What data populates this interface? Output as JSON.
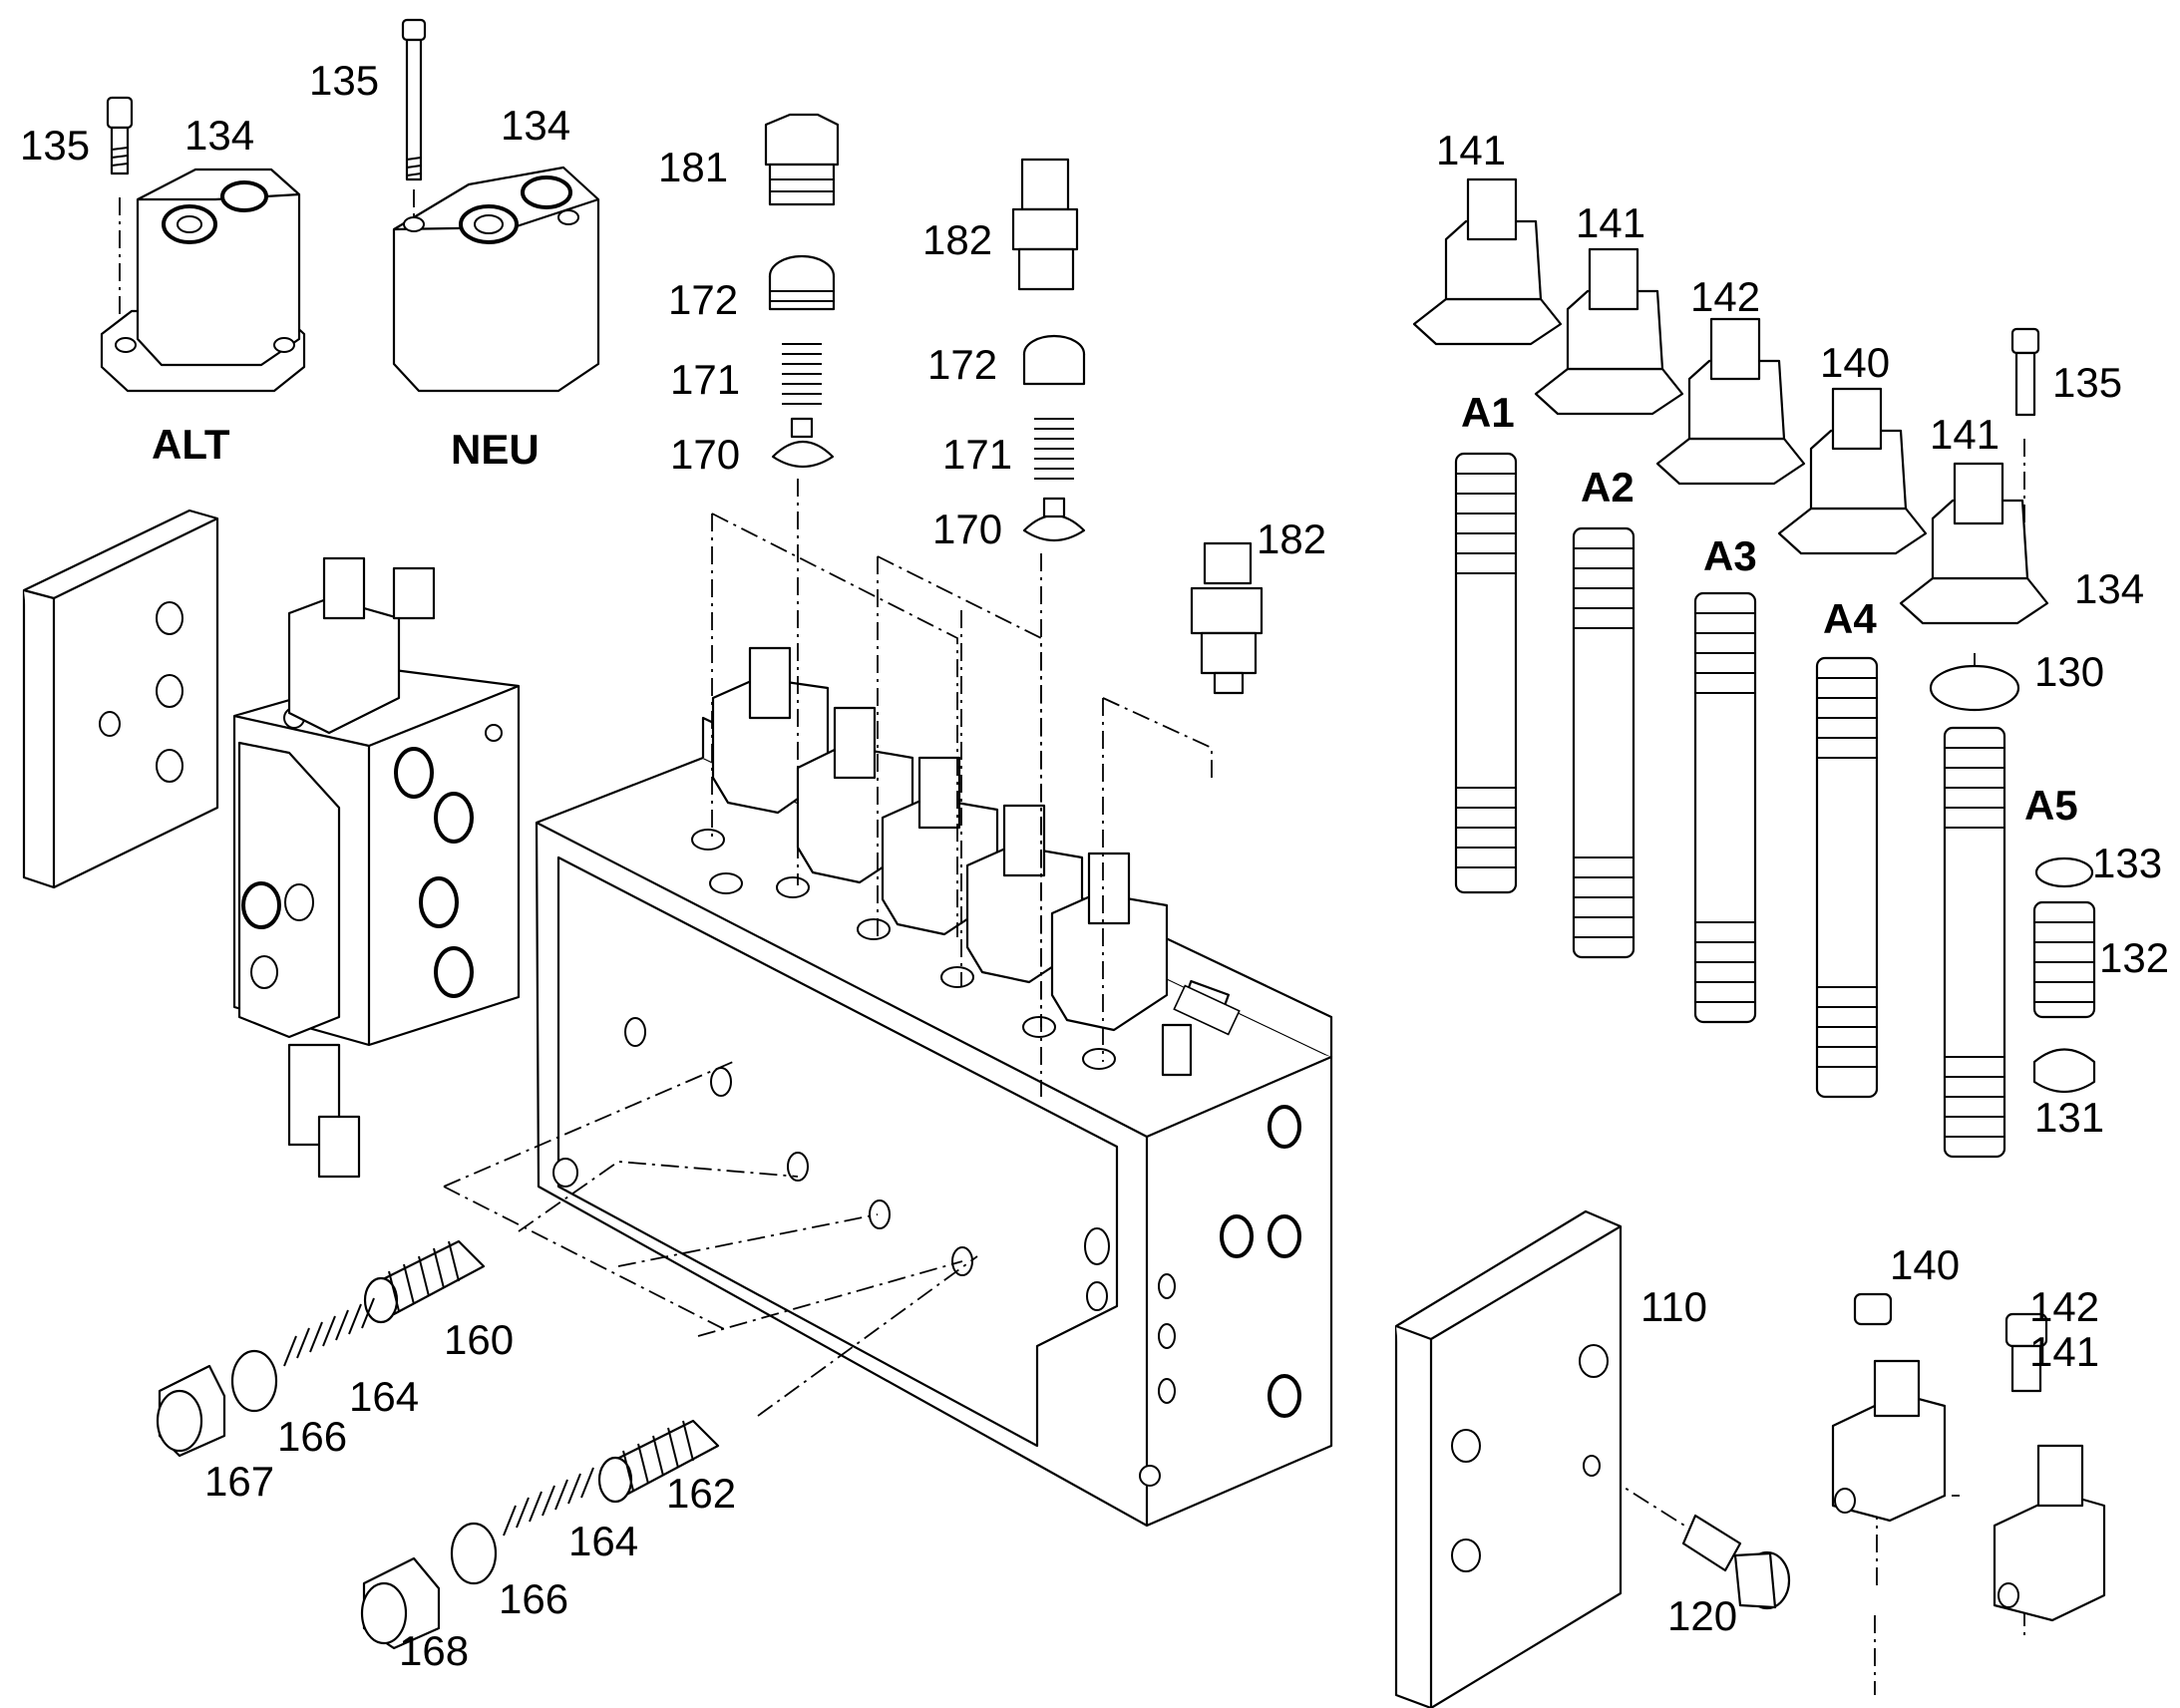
{
  "labels": {
    "p135a": "135",
    "p134a": "134",
    "p135b": "135",
    "p134b": "134",
    "alt": "ALT",
    "neu": "NEU",
    "p181": "181",
    "p172a": "172",
    "p171a": "171",
    "p170a": "170",
    "p182a": "182",
    "p172b": "172",
    "p171b": "171",
    "p170b": "170",
    "p182b": "182",
    "p141a": "141",
    "p141b": "141",
    "p142a": "142",
    "p140a": "140",
    "p135c": "135",
    "p141c": "141",
    "p134c": "134",
    "p130": "130",
    "a1": "A1",
    "a2": "A2",
    "a3": "A3",
    "a4": "A4",
    "a5": "A5",
    "p133": "133",
    "p132": "132",
    "p131": "131",
    "p160": "160",
    "p164a": "164",
    "p166a": "166",
    "p167": "167",
    "p162": "162",
    "p164b": "164",
    "p166b": "166",
    "p168": "168",
    "p110": "110",
    "p120": "120",
    "p140b": "140",
    "p142b": "142",
    "p141d": "141"
  },
  "icons": [
    "control-valve-block",
    "solenoid-valve",
    "valve-spool",
    "pressure-valve",
    "cover-plate",
    "screw",
    "spring",
    "o-ring",
    "plug"
  ]
}
